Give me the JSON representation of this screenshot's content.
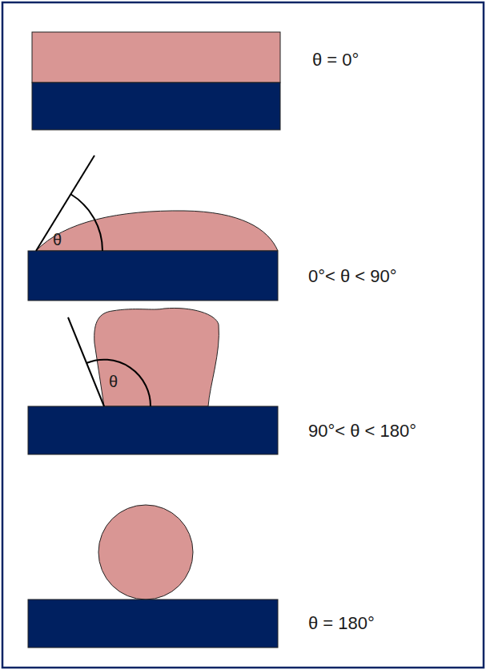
{
  "diagram": {
    "labels": [
      "θ = 0°",
      "θ",
      "0°< θ < 90°",
      "θ",
      "90°< θ < 180°",
      "θ = 180°"
    ]
  }
}
